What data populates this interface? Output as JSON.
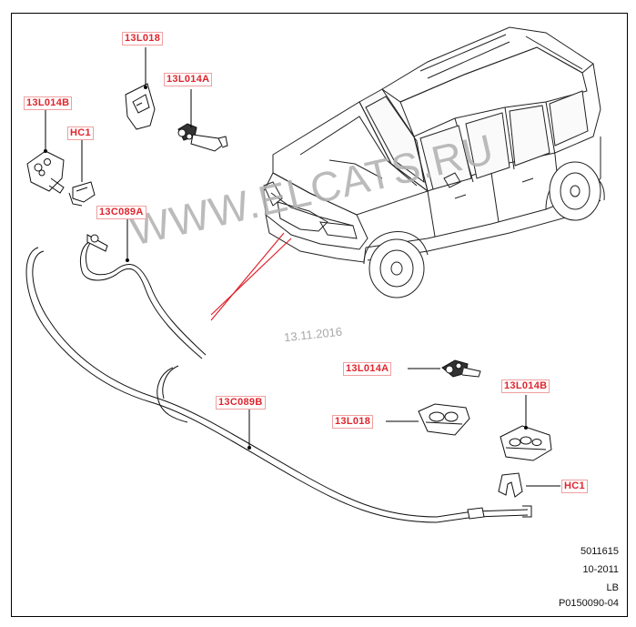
{
  "callouts": {
    "l018_top": "13L018",
    "l014a_top": "13L014A",
    "l014b_top": "13L014B",
    "hc1_top": "HC1",
    "c089a": "13C089A",
    "c089b": "13C089B",
    "l014a_right": "13L014A",
    "l014b_right": "13L014B",
    "l018_right": "13L018",
    "hc1_right": "HC1"
  },
  "watermark": {
    "text": "WWW.ELCATS.RU",
    "date": "13.11.2016"
  },
  "info_block": {
    "line1": "5011615",
    "line2": "10-2011",
    "line3": "LB",
    "line4": "P0150090-04"
  },
  "colors": {
    "callout_text": "#e0242c",
    "callout_border": "#f0a0a0",
    "pointer_line": "#e0242c",
    "watermark": "#b0b0b0"
  }
}
